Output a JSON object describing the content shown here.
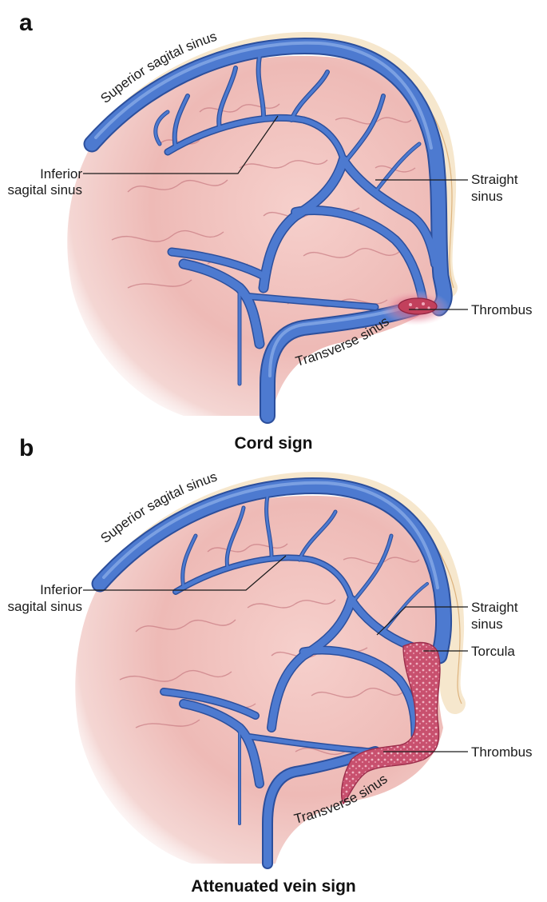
{
  "panels": [
    {
      "letter": "a",
      "caption": "Cord sign",
      "labels": {
        "superior_sagittal_sinus": "Superior sagital sinus",
        "inferior_sagittal_sinus_line1": "Inferior",
        "inferior_sagittal_sinus_line2": "sagital sinus",
        "straight_sinus_line1": "Straight",
        "straight_sinus_line2": "sinus",
        "thrombus": "Thrombus",
        "transverse_sinus": "Transverse sinus"
      }
    },
    {
      "letter": "b",
      "caption": "Attenuated vein sign",
      "labels": {
        "superior_sagittal_sinus": "Superior sagital sinus",
        "inferior_sagittal_sinus_line1": "Inferior",
        "inferior_sagittal_sinus_line2": "sagital sinus",
        "straight_sinus_line1": "Straight",
        "straight_sinus_line2": "sinus",
        "torcula": "Torcula",
        "thrombus": "Thrombus",
        "transverse_sinus": "Transverse sinus"
      }
    }
  ],
  "colors": {
    "vein": "#4d7ad0",
    "vein_outline": "#2c4f9c",
    "brain": "#f2c6c3",
    "thrombus": "#c2405c",
    "skull": "#f4e3c4"
  }
}
